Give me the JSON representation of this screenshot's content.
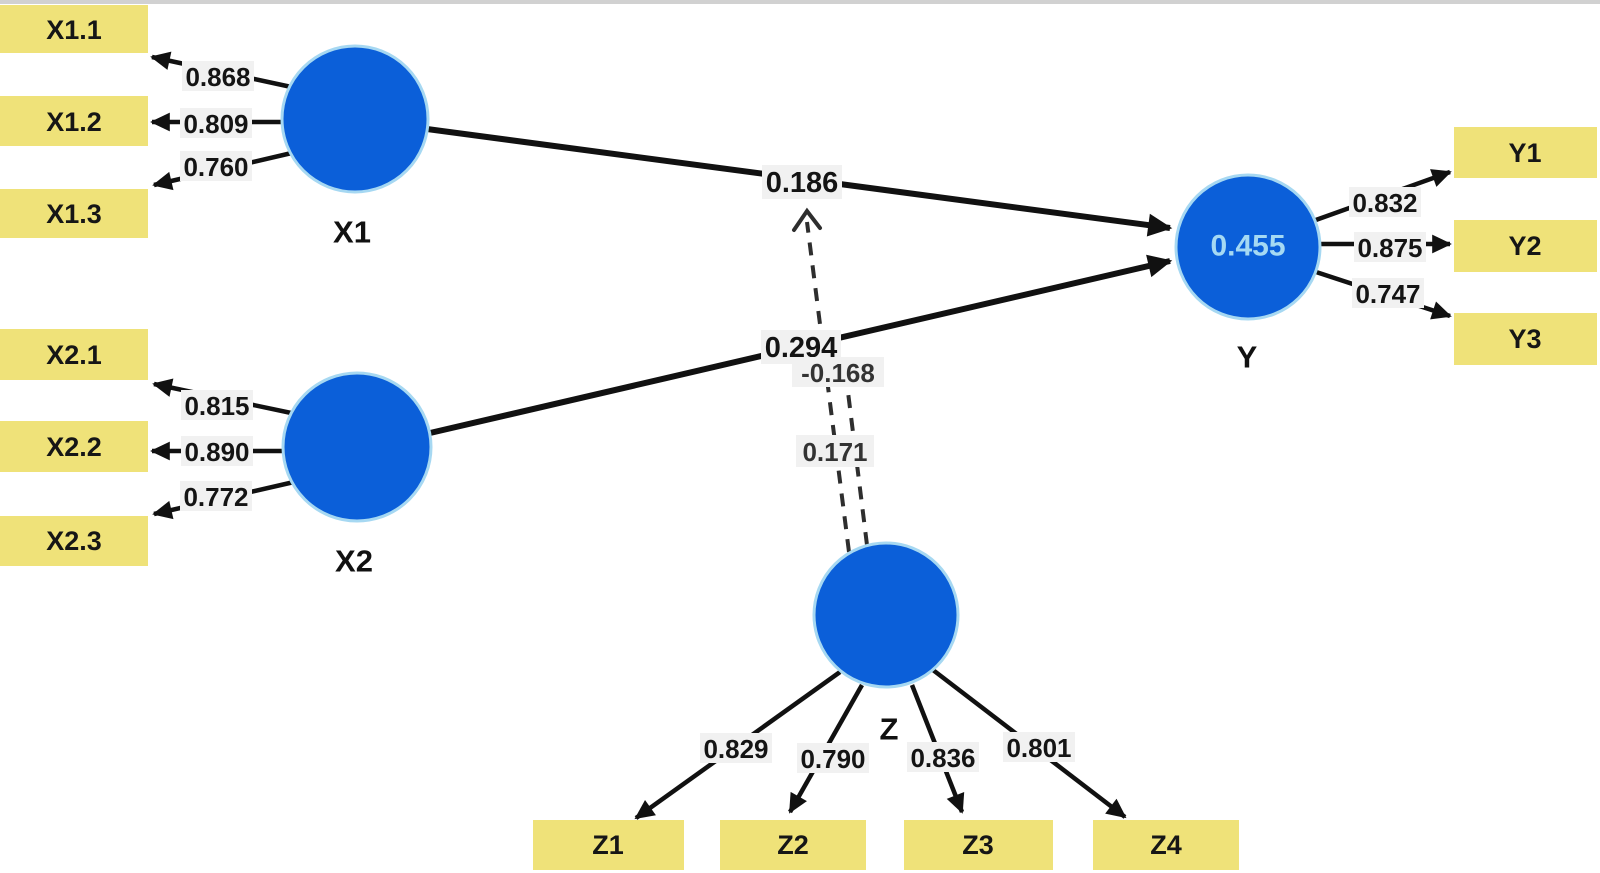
{
  "diagram_type": "PLS-SEM structural model with moderation",
  "nodes": {
    "x1": {
      "label": "X1"
    },
    "x2": {
      "label": "X2"
    },
    "y": {
      "label": "Y",
      "r_squared": "0.455"
    },
    "z": {
      "label": "Z"
    }
  },
  "indicators": {
    "x1_1": {
      "label": "X1.1",
      "loading": "0.868"
    },
    "x1_2": {
      "label": "X1.2",
      "loading": "0.809"
    },
    "x1_3": {
      "label": "X1.3",
      "loading": "0.760"
    },
    "x2_1": {
      "label": "X2.1",
      "loading": "0.815"
    },
    "x2_2": {
      "label": "X2.2",
      "loading": "0.890"
    },
    "x2_3": {
      "label": "X2.3",
      "loading": "0.772"
    },
    "y1": {
      "label": "Y1",
      "loading": "0.832"
    },
    "y2": {
      "label": "Y2",
      "loading": "0.875"
    },
    "y3": {
      "label": "Y3",
      "loading": "0.747"
    },
    "z1": {
      "label": "Z1",
      "loading": "0.829"
    },
    "z2": {
      "label": "Z2",
      "loading": "0.790"
    },
    "z3": {
      "label": "Z3",
      "loading": "0.836"
    },
    "z4": {
      "label": "Z4",
      "loading": "0.801"
    }
  },
  "paths": {
    "x1_to_y": {
      "coefficient": "0.186"
    },
    "x2_to_y": {
      "coefficient": "0.294"
    },
    "z_moderation_1": {
      "coefficient": "-0.168"
    },
    "z_moderation_2": {
      "coefficient": "0.171"
    }
  },
  "colors": {
    "latent_fill": "#0b5fd9",
    "latent_halo": "#a6d8f2",
    "indicator_fill": "#efe279",
    "label_background": "#f1f1f1",
    "line": "#111111",
    "dashed_line": "#2e2e2e",
    "r_squared_text": "#a5d9f3",
    "text": "#141414"
  }
}
